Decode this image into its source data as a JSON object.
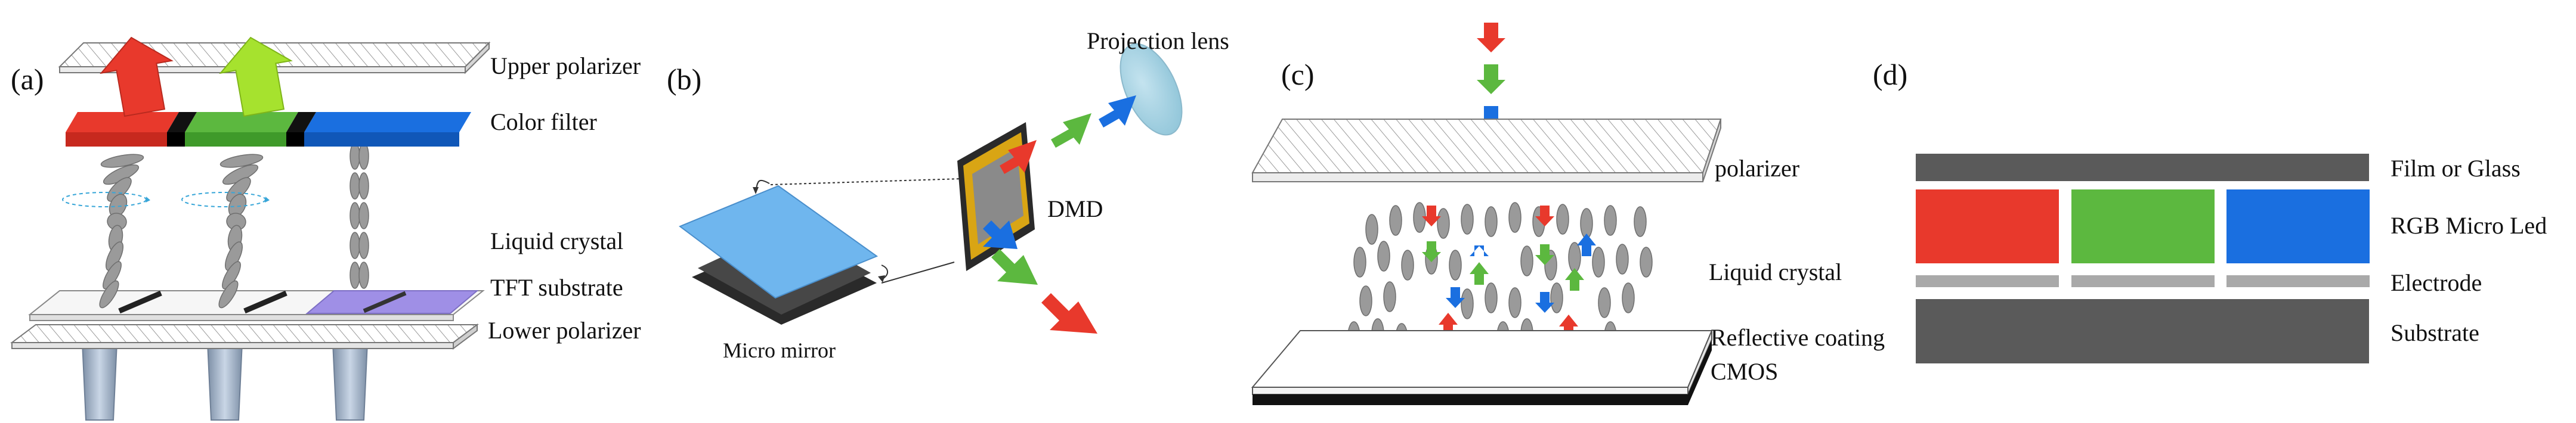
{
  "figure": {
    "panels": {
      "a": {
        "label": "(a)",
        "parts": [
          "Upper polarizer",
          "Color filter",
          "Liquid crystal",
          "TFT substrate",
          "Lower polarizer"
        ]
      },
      "b": {
        "label": "(b)",
        "parts": [
          "Projection lens",
          "DMD",
          "Micro mirror"
        ]
      },
      "c": {
        "label": "(c)",
        "parts": [
          "polarizer",
          "Liquid crystal",
          "Reflective coating",
          "CMOS"
        ]
      },
      "d": {
        "label": "(d)",
        "parts": [
          "Film or Glass",
          "RGB Micro Led",
          "Electrode",
          "Substrate"
        ]
      }
    },
    "colors": {
      "red": "#e8392c",
      "green": "#5cb83f",
      "blue": "#1a6fe0",
      "lime": "#a6e22e",
      "light_blue": "#6fb6ee",
      "lens": "#9fcfe0",
      "dark_gray": "#5a5a5a",
      "mid_gray": "#a9a9a9",
      "purple": "#9f8fe6",
      "gold": "#d9a514"
    }
  }
}
